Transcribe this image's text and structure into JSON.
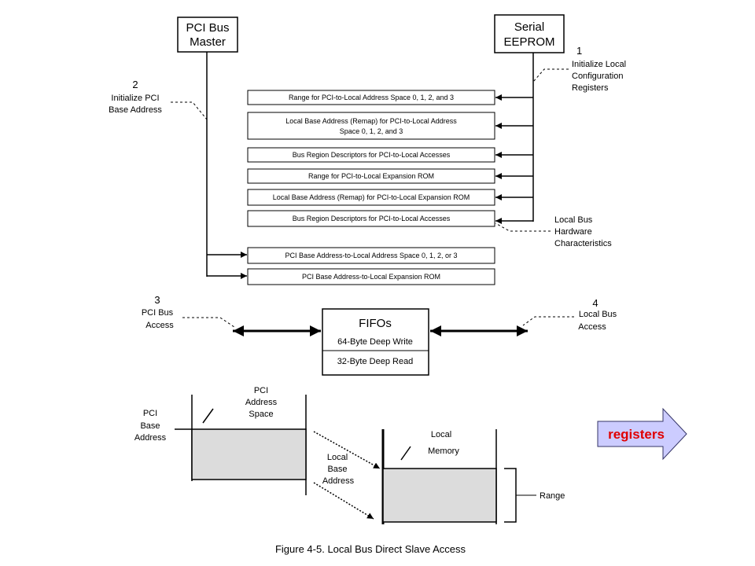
{
  "top": {
    "pci_master": {
      "line1": "PCI Bus",
      "line2": "Master"
    },
    "serial_eeprom": {
      "line1": "Serial",
      "line2": "EEPROM"
    }
  },
  "annotations": {
    "step1": {
      "num": "1",
      "lines": [
        "Initialize Local",
        "Configuration",
        "Registers"
      ]
    },
    "step2": {
      "num": "2",
      "lines": [
        "Initialize PCI",
        "Base Address"
      ]
    },
    "step3": {
      "num": "3",
      "lines": [
        "PCI Bus",
        "Access"
      ]
    },
    "step4": {
      "num": "4",
      "lines": [
        "Local Bus",
        "Access"
      ]
    },
    "local_hw": {
      "lines": [
        "Local Bus",
        "Hardware",
        "Characteristics"
      ]
    }
  },
  "registers": [
    {
      "line1": "Range for PCI-to-Local Address Space 0, 1, 2, and 3",
      "line2": ""
    },
    {
      "line1": "Local Base Address (Remap) for PCI-to-Local Address",
      "line2": "Space 0, 1, 2, and 3"
    },
    {
      "line1": "Bus Region Descriptors for PCI-to-Local Accesses",
      "line2": ""
    },
    {
      "line1": "Range for PCI-to-Local Expansion ROM",
      "line2": ""
    },
    {
      "line1": "Local Base Address (Remap) for PCI-to-Local Expansion ROM",
      "line2": ""
    },
    {
      "line1": "Bus Region Descriptors for PCI-to-Local Accesses",
      "line2": ""
    },
    {
      "line1": "PCI Base Address-to-Local Address Space 0, 1, 2, or 3",
      "line2": ""
    },
    {
      "line1": "PCI Base Address-to-Local Expansion ROM",
      "line2": ""
    }
  ],
  "fifos": {
    "title": "FIFOs",
    "write": "64-Byte Deep Write",
    "read": "32-Byte Deep Read"
  },
  "memory": {
    "pci_space": [
      "PCI",
      "Address",
      "Space"
    ],
    "pci_base": [
      "PCI",
      "Base",
      "Address"
    ],
    "local_base": [
      "Local",
      "Base",
      "Address"
    ],
    "local_memory": [
      "Local",
      "Memory"
    ],
    "range": "Range"
  },
  "caption": "Figure 4-5.  Local Bus Direct Slave Access",
  "nav": {
    "label": "registers",
    "fill": "#ccccff",
    "text_color": "#e00000"
  },
  "colors": {
    "shaded": "#dcdcdc",
    "line": "#000000"
  }
}
